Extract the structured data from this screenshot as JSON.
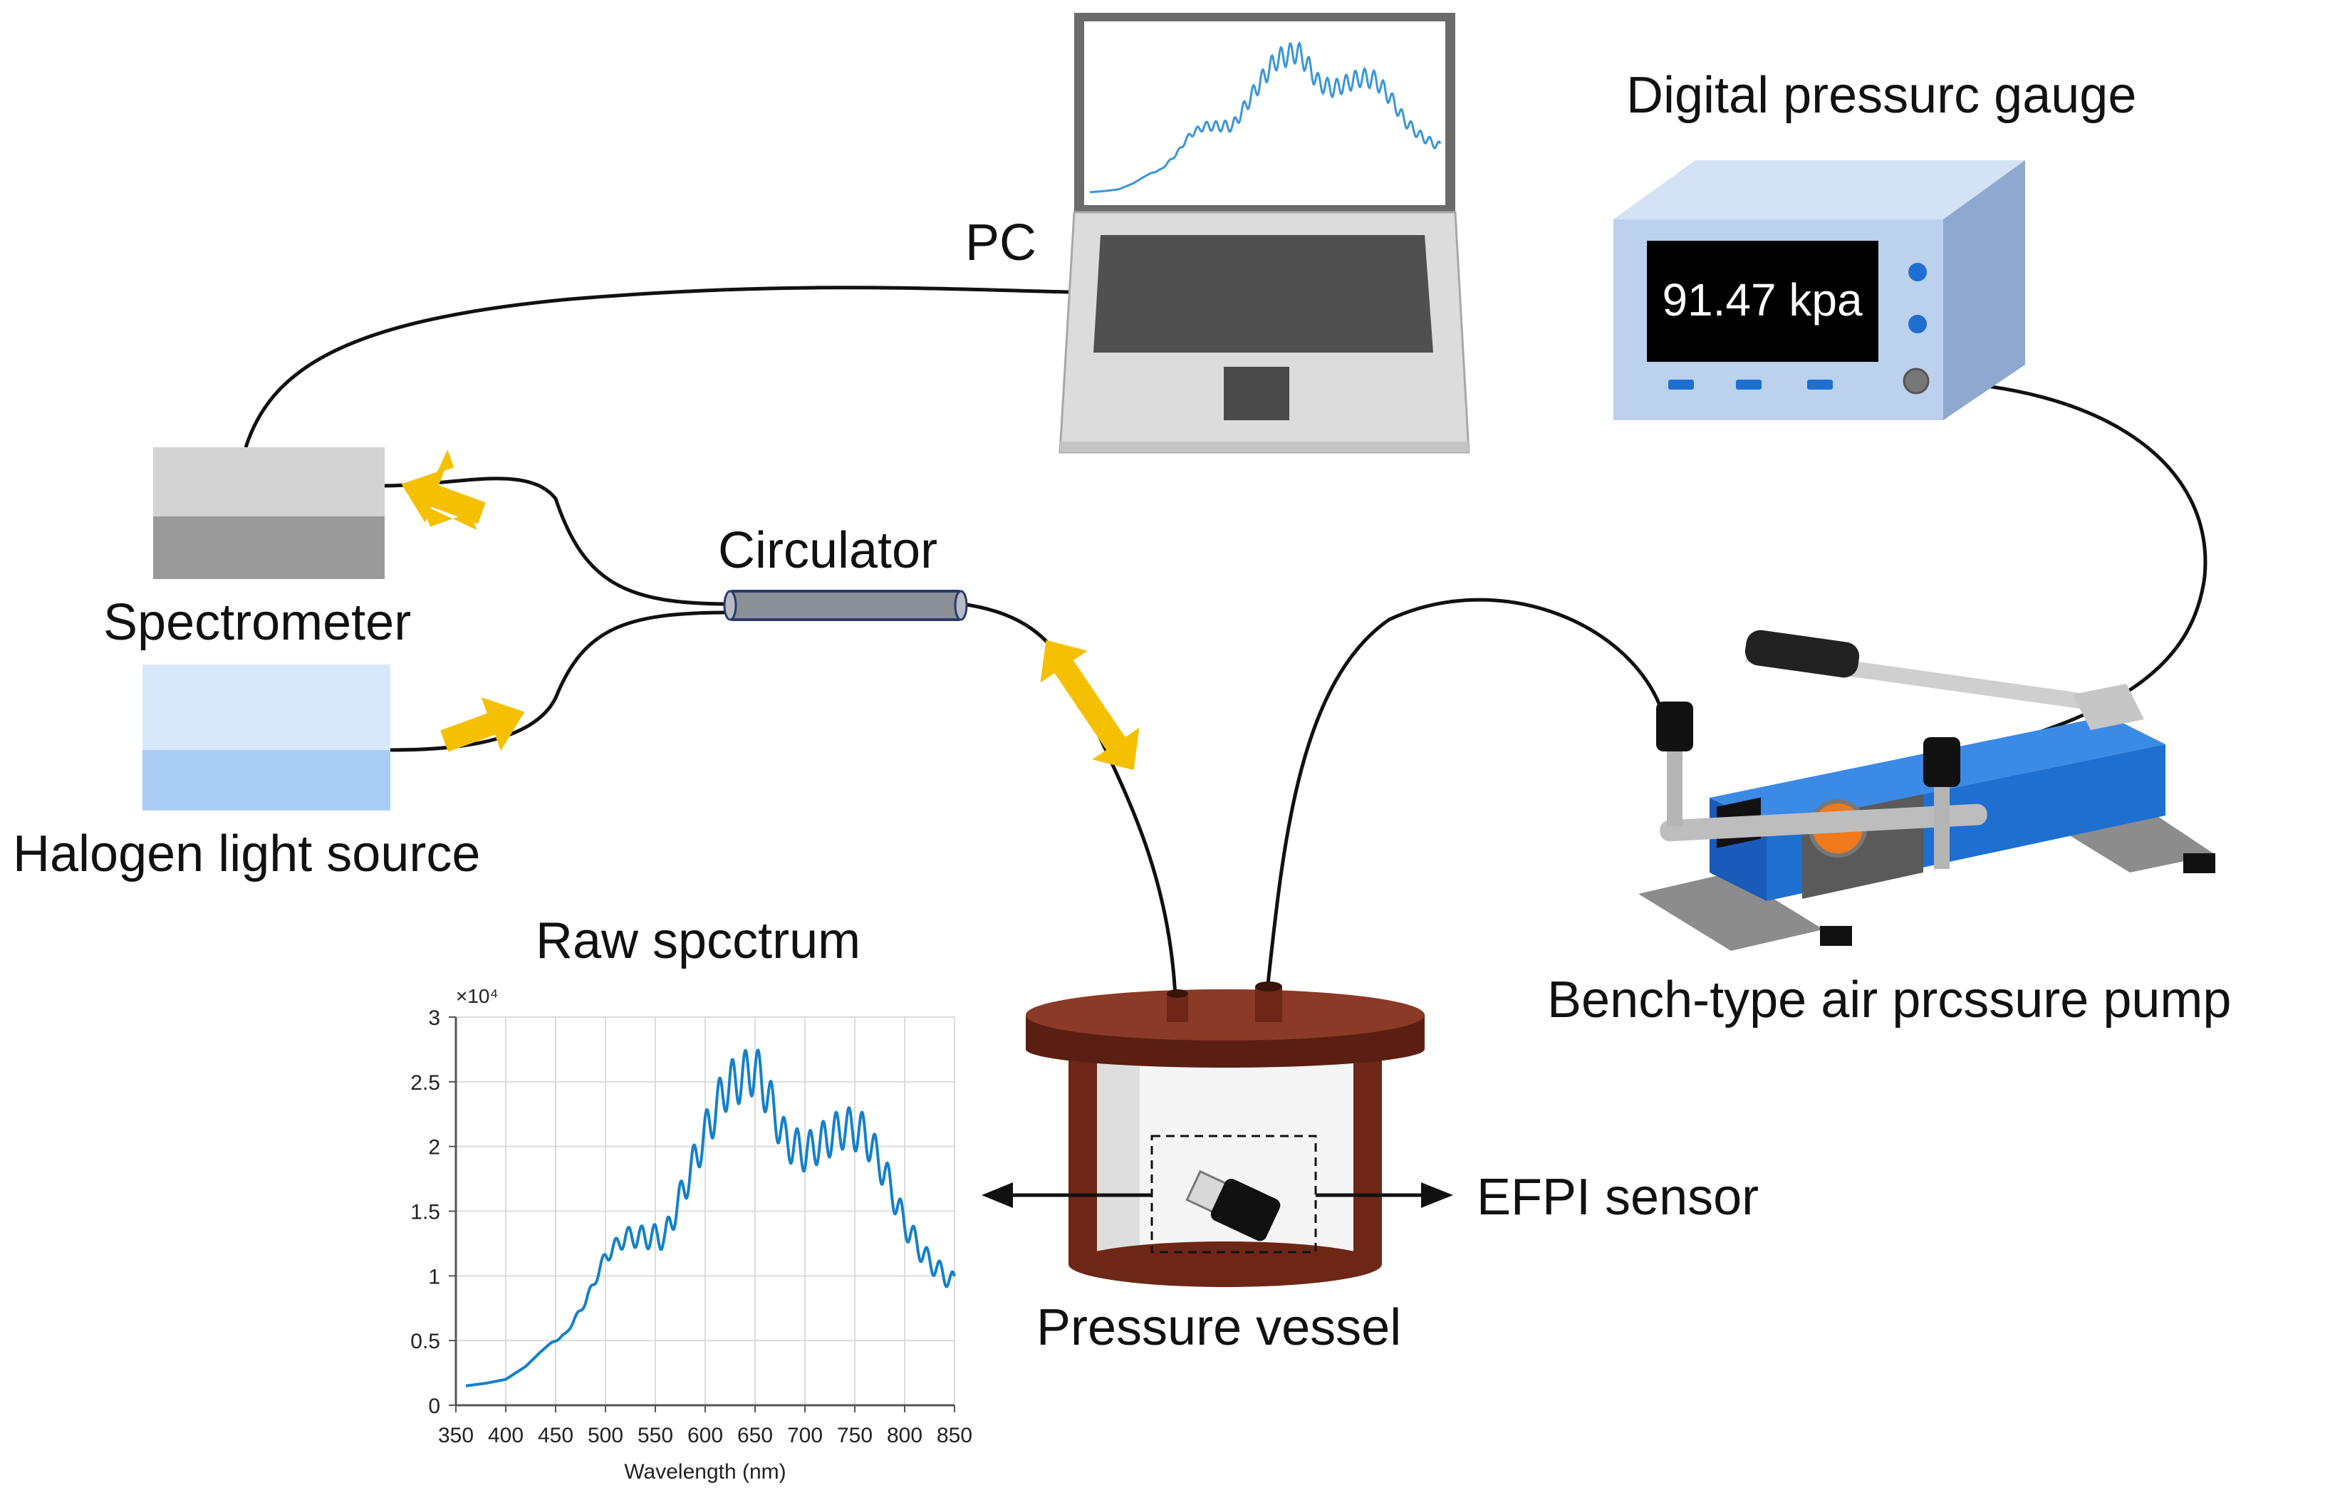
{
  "labels": {
    "pc": "PC",
    "gauge_title": "Digital pressurc gauge",
    "gauge_reading": "91.47 kpa",
    "spectrometer": "Spectrometer",
    "halogen": "Halogen light source",
    "circulator": "Circulator",
    "pump": "Bench-type air prcssure pump",
    "vessel": "Pressure vessel",
    "efpi": "EFPI sensor",
    "spectrum_title": "Raw spcctrum"
  },
  "colors": {
    "arrow_yellow": "#F5C000",
    "spectrum_blue": "#1580C8",
    "pump_blue": "#1E6FD0",
    "vessel_brown": "#7A2A1A",
    "gauge_body": "#BFD3EE",
    "knob_orange": "#F07A1A"
  },
  "chart_data": {
    "type": "line",
    "title": "Raw spcctrum",
    "xlabel": "Wavelength (nm)",
    "ylabel": "",
    "y_multiplier_label": "×10⁴",
    "xlim": [
      350,
      850
    ],
    "ylim": [
      0,
      3
    ],
    "x_ticks": [
      "350",
      "400",
      "450",
      "500",
      "550",
      "600",
      "650",
      "700",
      "750",
      "800",
      "850"
    ],
    "y_ticks": [
      "0",
      "0.5",
      "1",
      "1.5",
      "2",
      "2.5",
      "3"
    ],
    "grid": true,
    "envelope": {
      "x": [
        360,
        380,
        400,
        420,
        440,
        460,
        480,
        500,
        520,
        540,
        560,
        580,
        600,
        620,
        640,
        650,
        660,
        680,
        700,
        720,
        740,
        760,
        780,
        800,
        820,
        840,
        850
      ],
      "y": [
        0.15,
        0.17,
        0.2,
        0.3,
        0.45,
        0.55,
        0.8,
        1.15,
        1.3,
        1.3,
        1.3,
        1.7,
        2.1,
        2.45,
        2.55,
        2.6,
        2.45,
        2.05,
        1.95,
        2.05,
        2.15,
        2.1,
        1.8,
        1.4,
        1.15,
        1.0,
        0.95
      ]
    },
    "fringe_amplitude": 0.15,
    "fringe_period_nm": 13
  }
}
